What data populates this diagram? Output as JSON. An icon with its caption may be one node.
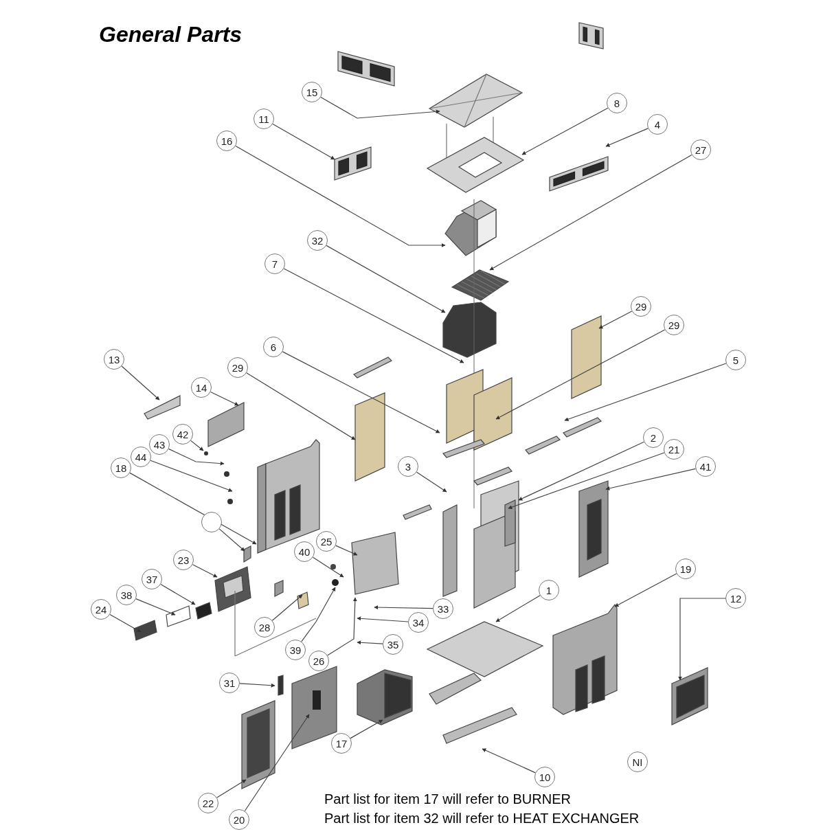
{
  "diagram": {
    "title": "General Parts",
    "nodes": [
      {
        "text": [
          "15"
        ]
      },
      {
        "text": [
          "8"
        ]
      },
      {
        "text": [
          "11"
        ]
      },
      {
        "text": [
          "4"
        ]
      },
      {
        "text": [
          "16"
        ]
      },
      {
        "text": [
          "27"
        ]
      },
      {
        "text": [
          "32"
        ]
      },
      {
        "text": [
          "7"
        ]
      },
      {
        "text": [
          "29"
        ]
      },
      {
        "text": [
          "29"
        ]
      },
      {
        "text": [
          "6"
        ]
      },
      {
        "text": [
          "5"
        ]
      },
      {
        "text": [
          "13"
        ]
      },
      {
        "text": [
          "29"
        ]
      },
      {
        "text": [
          "14"
        ]
      },
      {
        "text": [
          "42"
        ]
      },
      {
        "text": [
          "43"
        ]
      },
      {
        "text": [
          "44"
        ]
      },
      {
        "text": [
          "18"
        ]
      },
      {
        "text": [
          "2"
        ]
      },
      {
        "text": [
          "21"
        ]
      },
      {
        "text": [
          "41"
        ]
      },
      {
        "text": [
          "3"
        ]
      },
      {
        "text": [],
        "shape": "circle"
      },
      {
        "text": [
          "25"
        ]
      },
      {
        "text": [
          "40"
        ]
      },
      {
        "text": [
          "23"
        ]
      },
      {
        "text": [
          "37"
        ]
      },
      {
        "text": [
          "1"
        ]
      },
      {
        "text": [
          "19"
        ]
      },
      {
        "text": [
          "12"
        ]
      },
      {
        "text": [
          "33"
        ]
      },
      {
        "text": [
          "38"
        ]
      },
      {
        "text": [
          "24"
        ]
      },
      {
        "text": [
          "28"
        ]
      },
      {
        "text": [
          "34"
        ]
      },
      {
        "text": [
          "35"
        ]
      },
      {
        "text": [
          "39"
        ]
      },
      {
        "text": [
          "26"
        ]
      },
      {
        "text": [
          "31"
        ]
      },
      {
        "text": [
          "17"
        ]
      },
      {
        "text": [
          "10"
        ]
      },
      {
        "text": [
          "22"
        ]
      },
      {
        "text": [
          "20"
        ]
      },
      {
        "text": [
          "NI"
        ]
      }
    ],
    "edges": [
      {
        "from": 0,
        "to": null,
        "arrow": "to"
      },
      {
        "from": 1,
        "to": null,
        "arrow": "to"
      },
      {
        "from": 2,
        "to": null,
        "arrow": "to"
      },
      {
        "from": 3,
        "to": null,
        "arrow": "to"
      },
      {
        "from": 4,
        "to": null,
        "arrow": "to"
      },
      {
        "from": 5,
        "to": null,
        "arrow": "to"
      },
      {
        "from": 6,
        "to": null,
        "arrow": "to"
      },
      {
        "from": 7,
        "to": null,
        "arrow": "to"
      },
      {
        "from": 8,
        "to": null,
        "arrow": "to"
      },
      {
        "from": 9,
        "to": null,
        "arrow": "to"
      },
      {
        "from": 10,
        "to": null,
        "arrow": "to"
      },
      {
        "from": 11,
        "to": null,
        "arrow": "to"
      },
      {
        "from": 12,
        "to": null,
        "arrow": "to"
      },
      {
        "from": 13,
        "to": null,
        "arrow": "to"
      },
      {
        "from": 14,
        "to": null,
        "arrow": "to"
      },
      {
        "from": 15,
        "to": null,
        "arrow": "to"
      },
      {
        "from": 16,
        "to": null,
        "arrow": "to"
      },
      {
        "from": 17,
        "to": null,
        "arrow": "to"
      },
      {
        "from": 18,
        "to": null,
        "arrow": "to"
      },
      {
        "from": 19,
        "to": null,
        "arrow": "to"
      },
      {
        "from": 20,
        "to": null,
        "arrow": "to"
      },
      {
        "from": 21,
        "to": null,
        "arrow": "to"
      },
      {
        "from": 22,
        "to": null,
        "arrow": "to"
      },
      {
        "from": 23,
        "to": null,
        "arrow": "to"
      },
      {
        "from": 24,
        "to": null,
        "arrow": "to"
      },
      {
        "from": 25,
        "to": null,
        "arrow": "to"
      },
      {
        "from": 26,
        "to": null,
        "arrow": "to"
      },
      {
        "from": 27,
        "to": null,
        "arrow": "to"
      },
      {
        "from": 28,
        "to": null,
        "arrow": "to"
      },
      {
        "from": 29,
        "to": null,
        "arrow": "to"
      },
      {
        "from": 30,
        "to": null,
        "arrow": "to"
      },
      {
        "from": 31,
        "to": null,
        "arrow": "to"
      },
      {
        "from": 32,
        "to": null,
        "arrow": "to"
      },
      {
        "from": 33,
        "to": null,
        "arrow": "to"
      },
      {
        "from": 34,
        "to": null,
        "arrow": "to"
      },
      {
        "from": 35,
        "to": null,
        "arrow": "to"
      },
      {
        "from": 36,
        "to": null,
        "arrow": "to"
      },
      {
        "from": 37,
        "to": null,
        "arrow": "to"
      },
      {
        "from": 38,
        "to": null,
        "arrow": "to"
      },
      {
        "from": 39,
        "to": null,
        "arrow": "to"
      },
      {
        "from": 40,
        "to": null,
        "arrow": "to"
      },
      {
        "from": 41,
        "to": null,
        "arrow": "to"
      },
      {
        "from": 42,
        "to": null,
        "arrow": "to"
      },
      {
        "from": 43,
        "to": null,
        "arrow": "to"
      }
    ],
    "labels": [
      "Part list for item 17 will refer to BURNER",
      "Part list for item 32 will refer to HEAT EXCHANGER"
    ]
  }
}
